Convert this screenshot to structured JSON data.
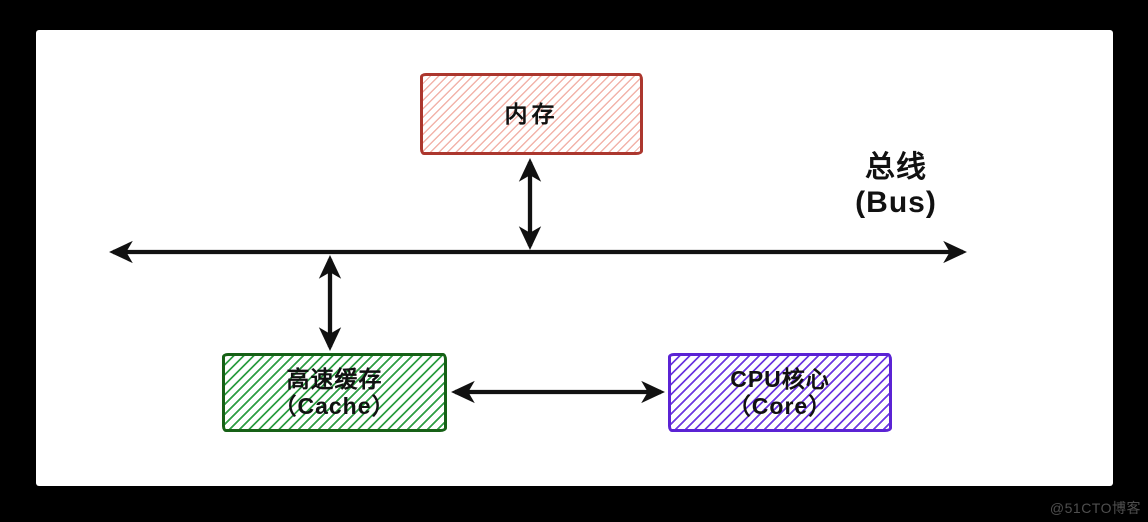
{
  "page": {
    "background": "#000000",
    "panel_background": "#ffffff",
    "line_color": "#111111"
  },
  "bus": {
    "label_line1": "总线",
    "label_line2": "(Bus)"
  },
  "nodes": {
    "memory": {
      "label": "内存",
      "border_color": "#ac372e",
      "hatch_color": "#f2b3aa"
    },
    "cache": {
      "label_line1": "高速缓存",
      "label_line2": "（Cache）",
      "border_color": "#166116",
      "hatch_color": "#2f9e44"
    },
    "cpu": {
      "label_line1": "CPU核心",
      "label_line2": "（Core）",
      "border_color": "#5b23d4",
      "hatch_color": "#6d38e0"
    }
  },
  "watermark": {
    "text": "@51CTO博客",
    "color": "#4f4f4f"
  }
}
